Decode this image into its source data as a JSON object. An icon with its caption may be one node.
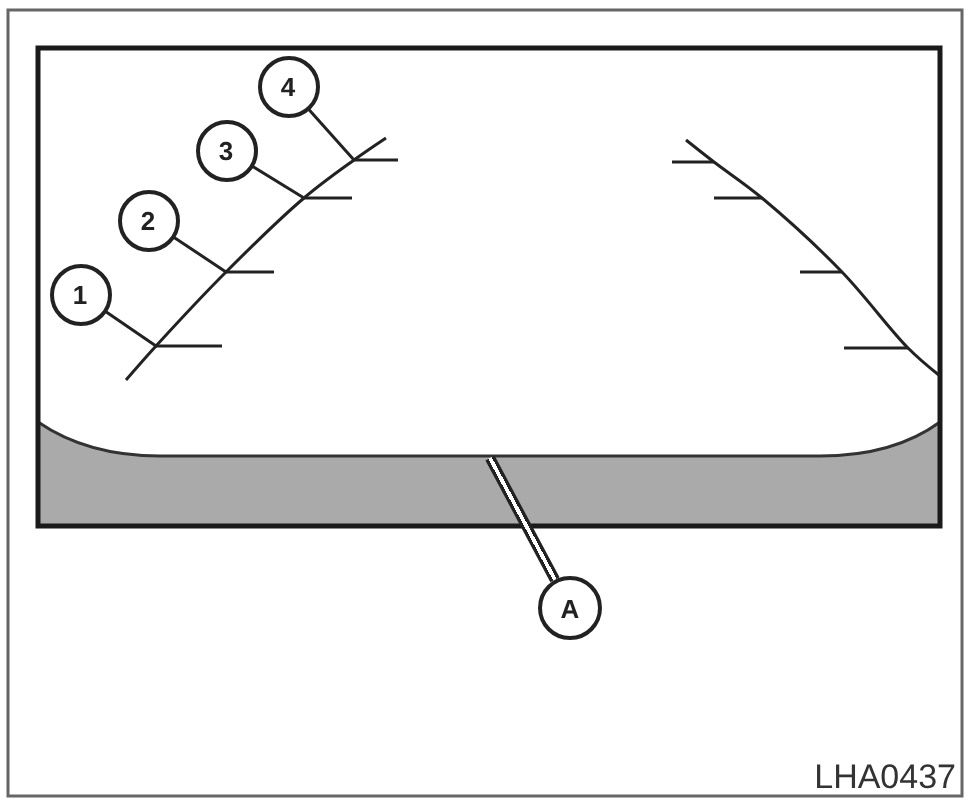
{
  "diagram": {
    "nodes": [
      {
        "text": [
          "1"
        ]
      },
      {
        "text": [
          "2"
        ]
      },
      {
        "text": [
          "3"
        ]
      },
      {
        "text": [
          "4"
        ]
      },
      {
        "text": [
          "A"
        ]
      }
    ],
    "edges": [
      {
        "from": 0,
        "to": null,
        "arrow": "none"
      },
      {
        "from": 1,
        "to": null,
        "arrow": "none"
      },
      {
        "from": 2,
        "to": null,
        "arrow": "none"
      },
      {
        "from": 3,
        "to": null,
        "arrow": "none"
      },
      {
        "from": 4,
        "to": null,
        "arrow": "none",
        "style": "thick"
      }
    ],
    "labels": [
      "LHA0437"
    ]
  }
}
